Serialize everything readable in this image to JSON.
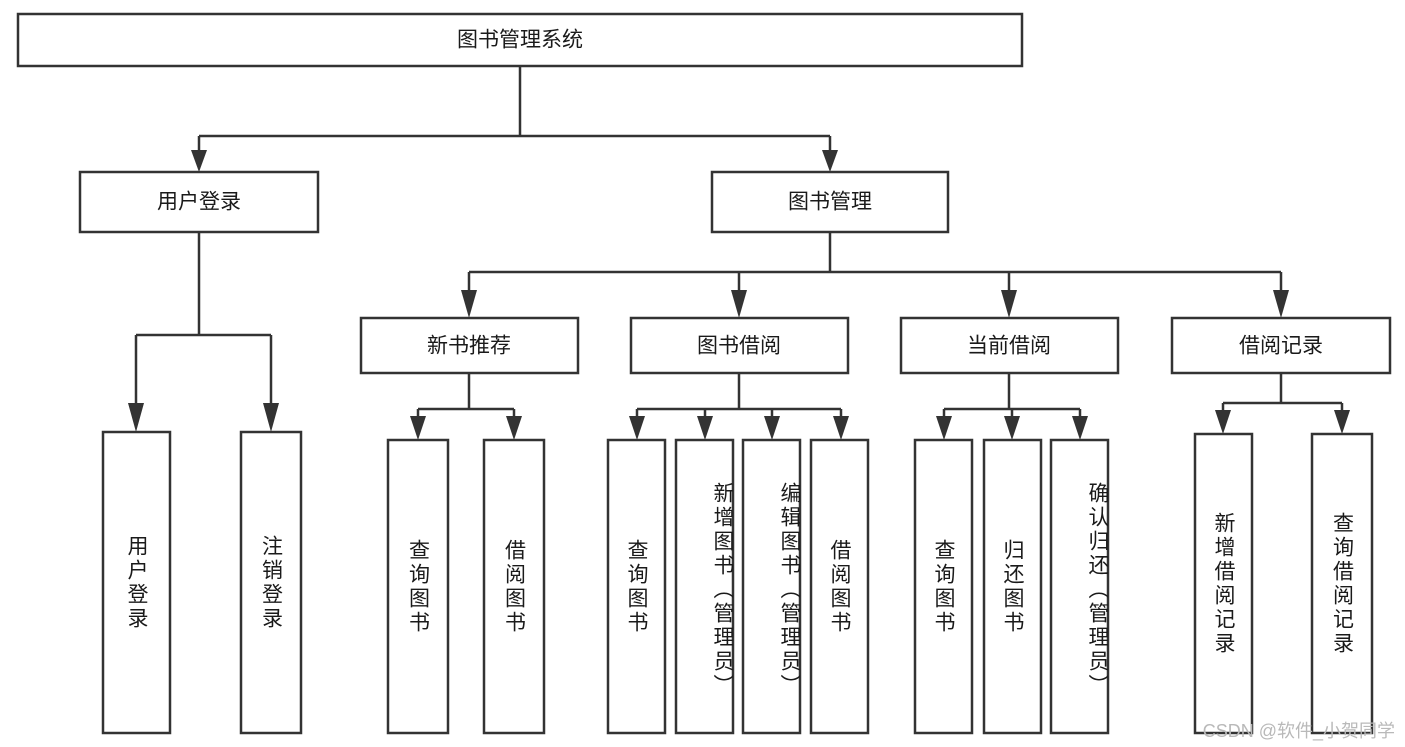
{
  "diagram": {
    "type": "tree-hierarchy-chart",
    "title": "图书管理系统",
    "root": {
      "id": "root",
      "label": "图书管理系统",
      "orientation": "horizontal"
    },
    "level2": [
      {
        "id": "user-login",
        "label": "用户登录",
        "orientation": "horizontal"
      },
      {
        "id": "book-manage",
        "label": "图书管理",
        "orientation": "horizontal"
      }
    ],
    "level3": [
      {
        "id": "new-book-recommend",
        "label": "新书推荐",
        "parent": "book-manage",
        "orientation": "horizontal"
      },
      {
        "id": "book-borrow",
        "label": "图书借阅",
        "parent": "book-manage",
        "orientation": "horizontal"
      },
      {
        "id": "current-borrow",
        "label": "当前借阅",
        "parent": "book-manage",
        "orientation": "horizontal"
      },
      {
        "id": "borrow-record",
        "label": "借阅记录",
        "parent": "book-manage",
        "orientation": "horizontal"
      }
    ],
    "leaves": [
      {
        "id": "leaf-user-login",
        "label": "用户登录",
        "parent": "user-login",
        "orientation": "vertical"
      },
      {
        "id": "leaf-logout-login",
        "label": "注销登录",
        "parent": "user-login",
        "orientation": "vertical"
      },
      {
        "id": "leaf-query-book-1",
        "label": "查询图书",
        "parent": "new-book-recommend",
        "orientation": "vertical"
      },
      {
        "id": "leaf-borrow-book-1",
        "label": "借阅图书",
        "parent": "new-book-recommend",
        "orientation": "vertical"
      },
      {
        "id": "leaf-query-book-2",
        "label": "查询图书",
        "parent": "book-borrow",
        "orientation": "vertical"
      },
      {
        "id": "leaf-add-book",
        "label": "新增图书（管理员）",
        "parent": "book-borrow",
        "orientation": "vertical"
      },
      {
        "id": "leaf-edit-book",
        "label": "编辑图书（管理员）",
        "parent": "book-borrow",
        "orientation": "vertical"
      },
      {
        "id": "leaf-borrow-book-2",
        "label": "借阅图书",
        "parent": "book-borrow",
        "orientation": "vertical"
      },
      {
        "id": "leaf-query-book-3",
        "label": "查询图书",
        "parent": "current-borrow",
        "orientation": "vertical"
      },
      {
        "id": "leaf-return-book",
        "label": "归还图书",
        "parent": "current-borrow",
        "orientation": "vertical"
      },
      {
        "id": "leaf-confirm-return",
        "label": "确认归还（管理员）",
        "parent": "current-borrow",
        "orientation": "vertical"
      },
      {
        "id": "leaf-add-record",
        "label": "新增借阅记录",
        "parent": "borrow-record",
        "orientation": "vertical"
      },
      {
        "id": "leaf-query-record",
        "label": "查询借阅记录",
        "parent": "borrow-record",
        "orientation": "vertical"
      }
    ],
    "colors": {
      "stroke": "#333333",
      "fill": "#ffffff",
      "text": "#1a1a1a",
      "watermark": "#b9b9b9",
      "background": "#ffffff"
    }
  },
  "watermark": {
    "text": "CSDN @软件_小贺同学"
  }
}
